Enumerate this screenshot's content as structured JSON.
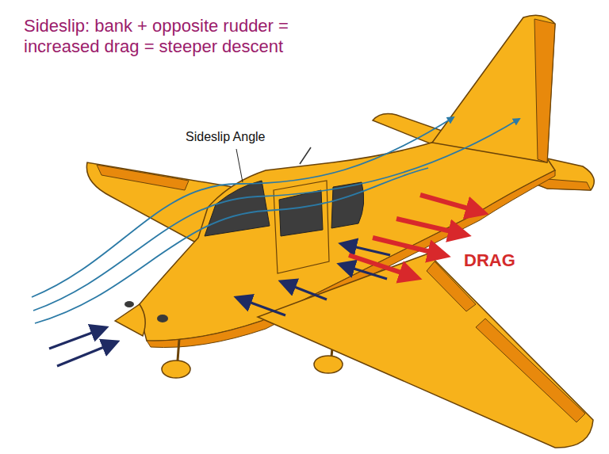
{
  "diagram": {
    "title": "Sideslip: bank + opposite rudder = increased drag = steeper descent",
    "labels": [
      "Sideslip Angle",
      "DRAG"
    ]
  }
}
